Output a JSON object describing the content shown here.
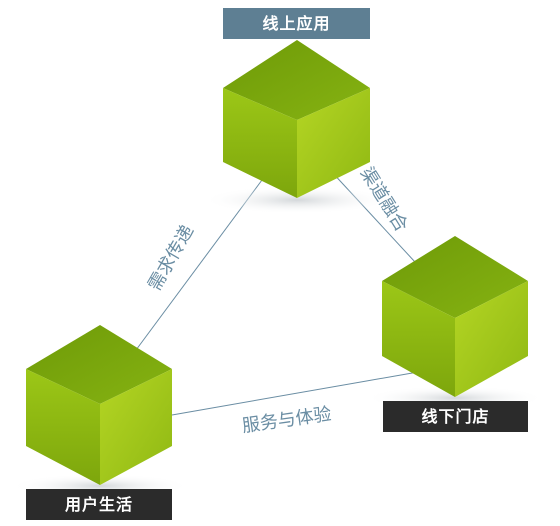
{
  "nodes": {
    "online_app": {
      "label": "线上应用"
    },
    "offline_store": {
      "label": "线下门店"
    },
    "user_life": {
      "label": "用户生活"
    }
  },
  "edges": {
    "demand_delivery": {
      "label": "需求传递"
    },
    "channel_integration": {
      "label": "渠道融合"
    },
    "service_experience": {
      "label": "服务与体验"
    }
  },
  "colors": {
    "cube_top": "#7aa80e",
    "cube_left": "#8fbc0f",
    "cube_right": "#a9cc1c",
    "line": "#6a8da3",
    "label_blue": "#5e7f93",
    "label_dark": "#2b2b2b"
  }
}
